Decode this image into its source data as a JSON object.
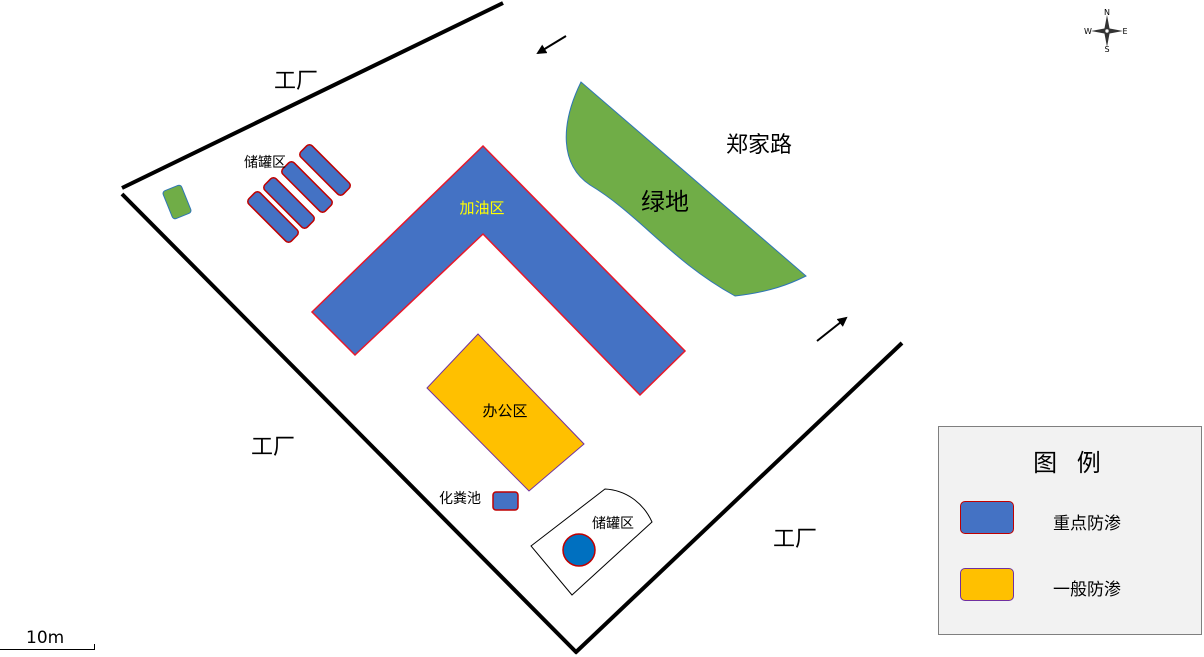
{
  "map": {
    "labels": {
      "factory_top": "工厂",
      "factory_left": "工厂",
      "factory_bottom": "工厂",
      "road": "郑家路",
      "greenland": "绿地",
      "fueling_area": "加油区",
      "office_area": "办公区",
      "tank_area_top": "储罐区",
      "tank_area_bottom": "储罐区",
      "septic_tank": "化粪池"
    },
    "compass": {
      "north": "N",
      "south": "S",
      "east": "E",
      "west": "W"
    },
    "scale": {
      "label": "10m"
    },
    "colors": {
      "key_zone": "#4472c4",
      "general_zone": "#ffc000",
      "green": "#70ad47",
      "outline_red": "#e8182a",
      "fueling_label": "#ffff00",
      "tank_circle": "#0070c0"
    }
  },
  "legend": {
    "title": "图 例",
    "items": [
      {
        "label": "重点防渗",
        "color": "#4472c4"
      },
      {
        "label": "一般防渗",
        "color": "#ffc000"
      }
    ]
  }
}
